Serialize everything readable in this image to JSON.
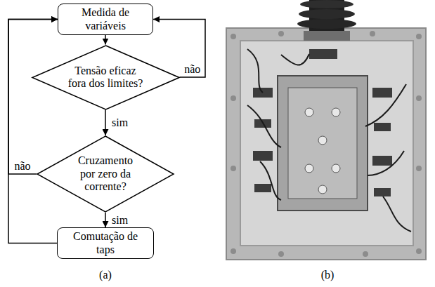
{
  "diagram": {
    "nodes": [
      {
        "text": [
          "Medida de variáveis"
        ]
      },
      {
        "text": [
          "Tensão eficaz fora dos limites?"
        ]
      },
      {
        "text": [
          "Cruzamento por zero da corrente?"
        ]
      },
      {
        "text": [
          "Comutação de taps"
        ]
      }
    ],
    "edges": [
      {
        "from": 0,
        "to": 1,
        "arrow": "to"
      },
      {
        "from": 1,
        "to": 0,
        "label": "não",
        "arrow": "to"
      },
      {
        "from": 1,
        "to": 2,
        "label": "sim",
        "arrow": "to"
      },
      {
        "from": 2,
        "to": 0,
        "label": "não",
        "arrow": "to"
      },
      {
        "from": 2,
        "to": 3,
        "label": "sim",
        "arrow": "to"
      },
      {
        "from": 3,
        "to": 0,
        "arrow": "to"
      }
    ],
    "labels": [
      "(a)",
      "(b)"
    ]
  }
}
